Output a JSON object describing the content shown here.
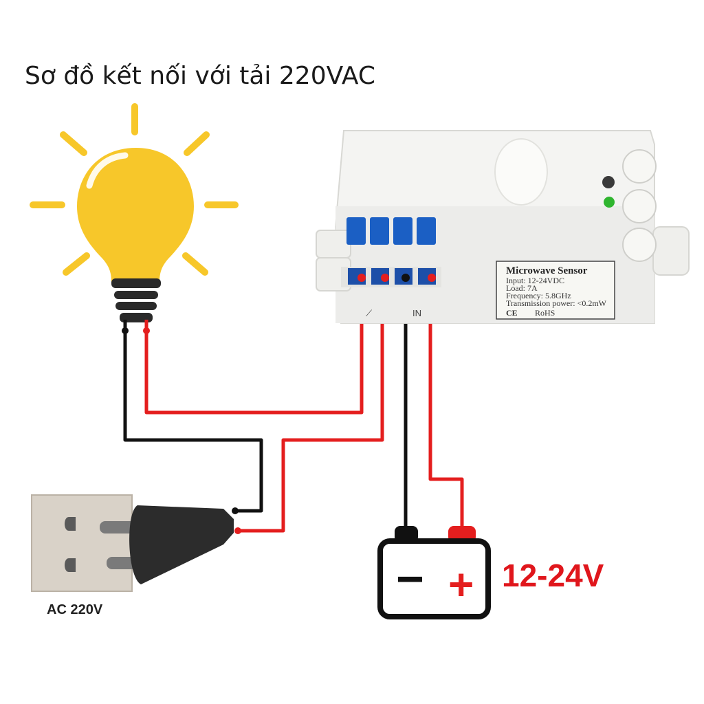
{
  "title": "Sơ đồ kết nối với tải 220VAC",
  "socket": {
    "label": "AC 220V"
  },
  "battery": {
    "minus": "−",
    "plus": "+",
    "voltage_label": "12-24V"
  },
  "sensor": {
    "plate_title": "Microwave  Sensor",
    "plate_lines": [
      "Input: 12-24VDC",
      "Load: 7A",
      "Frequency: 5.8GHz",
      "Transmission power: <0.2mW"
    ],
    "terminal_marks": {
      "switch": "⟋",
      "in": "IN"
    },
    "certs": [
      "CE",
      "RoHS"
    ]
  },
  "colors": {
    "wire_red": "#e41e1e",
    "wire_black": "#111111",
    "bulb": "#f7c72a",
    "terminal_blue": "#1b5fc4"
  }
}
